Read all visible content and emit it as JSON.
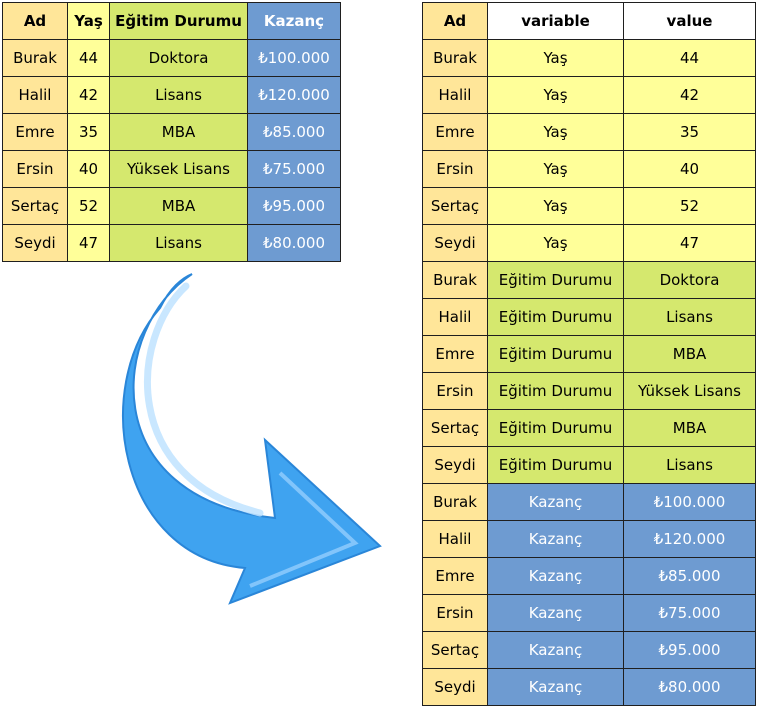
{
  "wide": {
    "headers": [
      "Ad",
      "Yaş",
      "Eğitim Durumu",
      "Kazanç"
    ],
    "rows": [
      [
        "Burak",
        "44",
        "Doktora",
        "₺100.000"
      ],
      [
        "Halil",
        "42",
        "Lisans",
        "₺120.000"
      ],
      [
        "Emre",
        "35",
        "MBA",
        "₺85.000"
      ],
      [
        "Ersin",
        "40",
        "Yüksek Lisans",
        "₺75.000"
      ],
      [
        "Sertaç",
        "52",
        "MBA",
        "₺95.000"
      ],
      [
        "Seydi",
        "47",
        "Lisans",
        "₺80.000"
      ]
    ]
  },
  "long": {
    "headers": [
      "Ad",
      "variable",
      "value"
    ],
    "rows": [
      [
        "Burak",
        "Yaş",
        "44"
      ],
      [
        "Halil",
        "Yaş",
        "42"
      ],
      [
        "Emre",
        "Yaş",
        "35"
      ],
      [
        "Ersin",
        "Yaş",
        "40"
      ],
      [
        "Sertaç",
        "Yaş",
        "52"
      ],
      [
        "Seydi",
        "Yaş",
        "47"
      ],
      [
        "Burak",
        "Eğitim Durumu",
        "Doktora"
      ],
      [
        "Halil",
        "Eğitim Durumu",
        "Lisans"
      ],
      [
        "Emre",
        "Eğitim Durumu",
        "MBA"
      ],
      [
        "Ersin",
        "Eğitim Durumu",
        "Yüksek Lisans"
      ],
      [
        "Sertaç",
        "Eğitim Durumu",
        "MBA"
      ],
      [
        "Seydi",
        "Eğitim Durumu",
        "Lisans"
      ],
      [
        "Burak",
        "Kazanç",
        "₺100.000"
      ],
      [
        "Halil",
        "Kazanç",
        "₺120.000"
      ],
      [
        "Emre",
        "Kazanç",
        "₺85.000"
      ],
      [
        "Ersin",
        "Kazanç",
        "₺75.000"
      ],
      [
        "Sertaç",
        "Kazanç",
        "₺95.000"
      ],
      [
        "Seydi",
        "Kazanç",
        "₺80.000"
      ]
    ]
  },
  "colors": {
    "ad": "#ffe699",
    "yas": "#ffff99",
    "egitim": "#d5e86e",
    "kazanc": "#6e9bd1",
    "arrow": "#3fa3f0"
  },
  "icons": {
    "arrow": "curved-arrow-icon"
  }
}
